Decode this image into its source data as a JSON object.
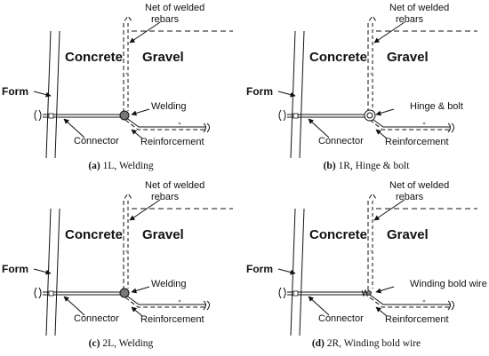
{
  "panels": [
    {
      "id": "a",
      "net_label_line1": "Net of welded",
      "net_label_line2": "rebars",
      "concrete": "Concrete",
      "gravel": "Gravel",
      "form": "Form",
      "joint_label": "Welding",
      "connector": "Connector",
      "reinforcement": "Reinforcement",
      "caption_letter": "(a)",
      "caption_text": " 1L, Welding",
      "joint_type": "weld"
    },
    {
      "id": "b",
      "net_label_line1": "Net of welded",
      "net_label_line2": "rebars",
      "concrete": "Concrete",
      "gravel": "Gravel",
      "form": "Form",
      "joint_label": "Hinge & bolt",
      "connector": "Connector",
      "reinforcement": "Reinforcement",
      "caption_letter": "(b)",
      "caption_text": " 1R, Hinge & bolt",
      "joint_type": "hinge"
    },
    {
      "id": "c",
      "net_label_line1": "Net of welded",
      "net_label_line2": "rebars",
      "concrete": "Concrete",
      "gravel": "Gravel",
      "form": "Form",
      "joint_label": "Welding",
      "connector": "Connector",
      "reinforcement": "Reinforcement",
      "caption_letter": "(c)",
      "caption_text": " 2L, Welding",
      "joint_type": "weld"
    },
    {
      "id": "d",
      "net_label_line1": "Net of welded",
      "net_label_line2": "rebars",
      "concrete": "Concrete",
      "gravel": "Gravel",
      "form": "Form",
      "joint_label": "Winding bold wire",
      "connector": "Connector",
      "reinforcement": "Reinforcement",
      "caption_letter": "(d)",
      "caption_text": " 2R, Winding bold wire",
      "joint_type": "wire"
    }
  ]
}
